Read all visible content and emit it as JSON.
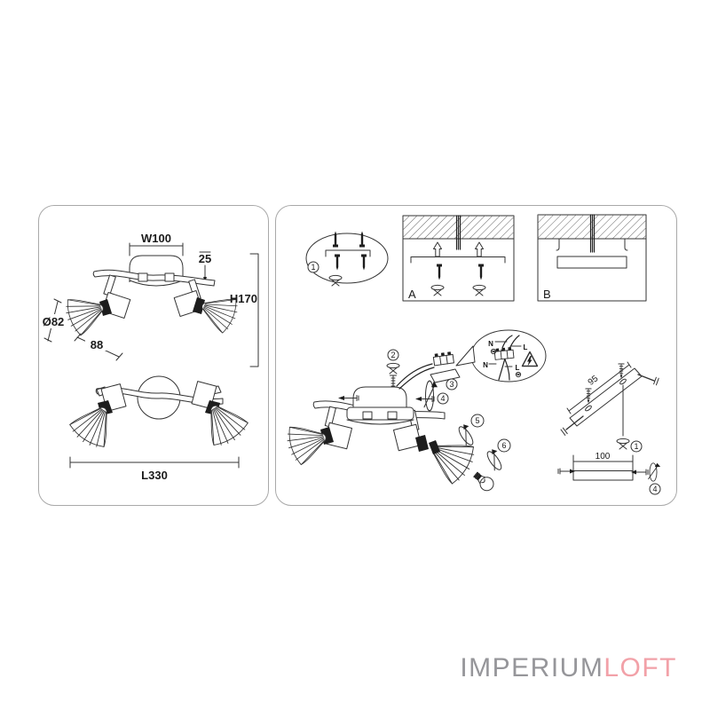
{
  "brand": {
    "imperium": "IMPERIUM",
    "loft": "LOFT"
  },
  "colors": {
    "line": "#333333",
    "panel_border": "#a9a9a9",
    "brand_gray": "#96969a",
    "brand_pink": "#f2a1a8",
    "background": "#ffffff"
  },
  "dims": {
    "w100": "W100",
    "h25": "25",
    "h170": "H170",
    "d82": "Ø82",
    "w88": "88",
    "l330": "L330",
    "bracket95": "95",
    "plate100": "100"
  },
  "steps": {
    "s1": "1",
    "s2": "2",
    "s3": "3",
    "s4": "4",
    "s5": "5",
    "s6": "6"
  },
  "mounts": {
    "a": "A",
    "b": "B"
  },
  "wiring": {
    "n": "N",
    "l": "L"
  }
}
